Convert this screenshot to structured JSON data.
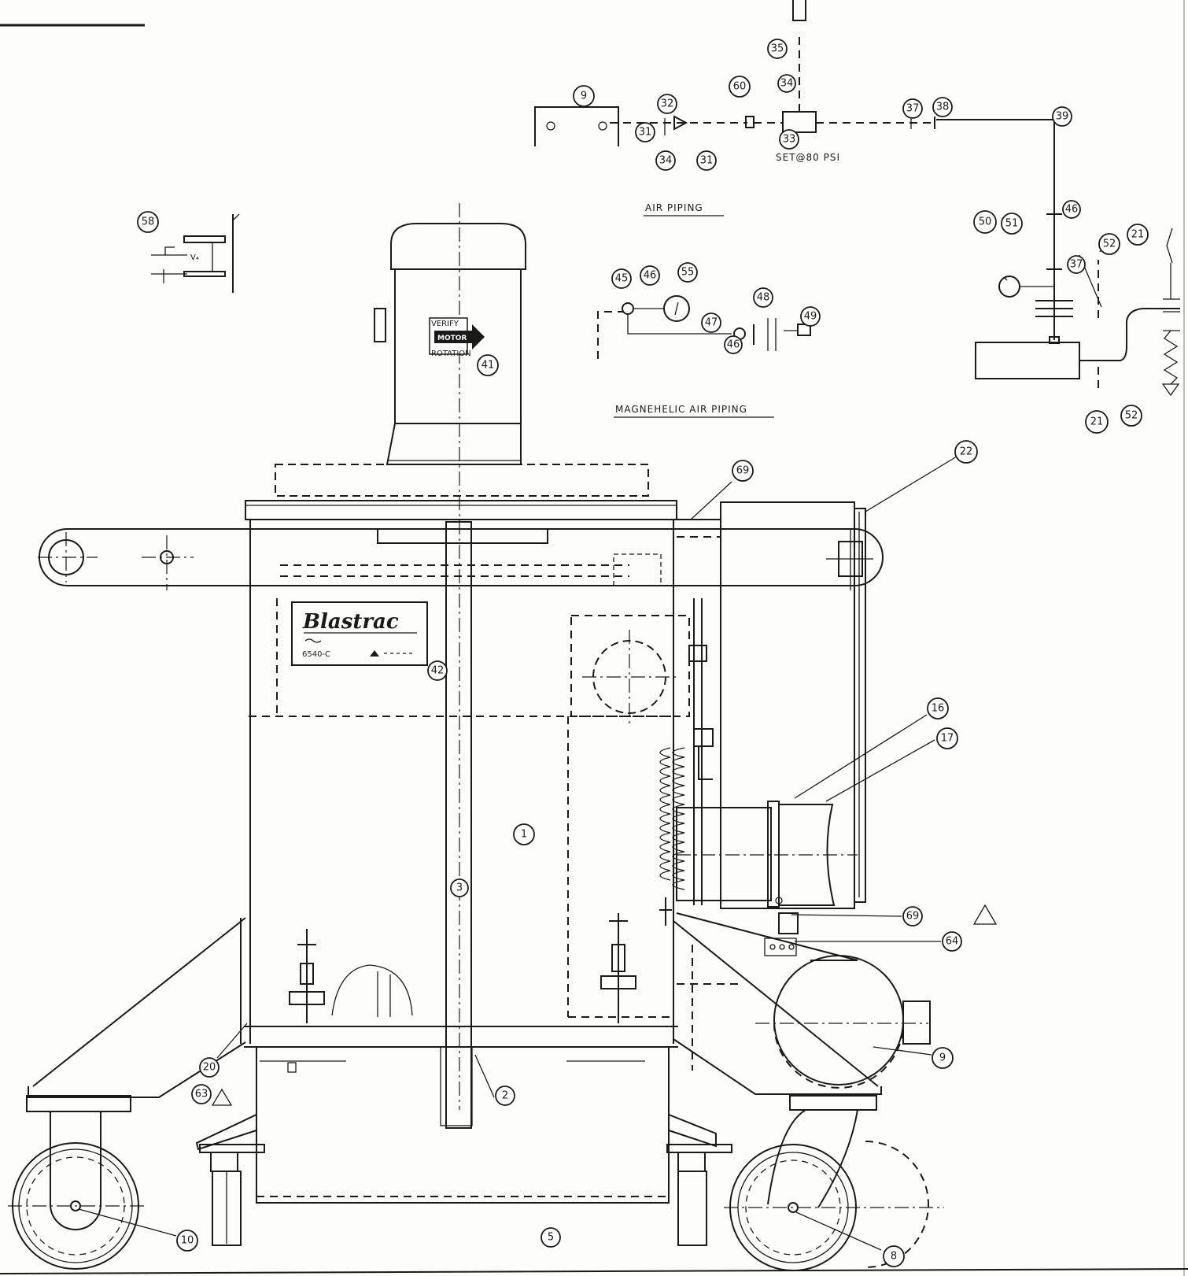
{
  "titles": {
    "air_piping": "AIR PIPING",
    "magnehelic_air_piping": "MAGNEHELIC AIR PIPING",
    "set_pressure": "SET@80 PSI"
  },
  "labels": {
    "brand": "Blastrac",
    "model_plate": "6540-C",
    "motor_decal_line1": "VERIFY",
    "motor_decal_line2": "MOTOR",
    "motor_decal_line3": "ROTATION"
  },
  "callouts": [
    {
      "id": "c9a",
      "text": "9"
    },
    {
      "id": "c32",
      "text": "32"
    },
    {
      "id": "c31a",
      "text": "31"
    },
    {
      "id": "c34b",
      "text": "34"
    },
    {
      "id": "c31b",
      "text": "31"
    },
    {
      "id": "c60",
      "text": "60"
    },
    {
      "id": "c35",
      "text": "35"
    },
    {
      "id": "c34",
      "text": "34"
    },
    {
      "id": "c33",
      "text": "33"
    },
    {
      "id": "c37a",
      "text": "37"
    },
    {
      "id": "c38",
      "text": "38"
    },
    {
      "id": "c39",
      "text": "39"
    },
    {
      "id": "c46a",
      "text": "46"
    },
    {
      "id": "c50",
      "text": "50"
    },
    {
      "id": "c51",
      "text": "51"
    },
    {
      "id": "c37b",
      "text": "37"
    },
    {
      "id": "c52a",
      "text": "52"
    },
    {
      "id": "c21a",
      "text": "21"
    },
    {
      "id": "c21b",
      "text": "21"
    },
    {
      "id": "c52b",
      "text": "52"
    },
    {
      "id": "c58",
      "text": "58"
    },
    {
      "id": "c45",
      "text": "45"
    },
    {
      "id": "c46b",
      "text": "46"
    },
    {
      "id": "c55",
      "text": "55"
    },
    {
      "id": "c48",
      "text": "48"
    },
    {
      "id": "c49",
      "text": "49"
    },
    {
      "id": "c47",
      "text": "47"
    },
    {
      "id": "c46c",
      "text": "46"
    },
    {
      "id": "c41",
      "text": "41"
    },
    {
      "id": "c69a",
      "text": "69"
    },
    {
      "id": "c22",
      "text": "22"
    },
    {
      "id": "c42",
      "text": "42"
    },
    {
      "id": "c16",
      "text": "16"
    },
    {
      "id": "c17",
      "text": "17"
    },
    {
      "id": "c1",
      "text": "1"
    },
    {
      "id": "c3",
      "text": "3"
    },
    {
      "id": "c69b",
      "text": "69"
    },
    {
      "id": "c64",
      "text": "64"
    },
    {
      "id": "c20",
      "text": "20"
    },
    {
      "id": "c63",
      "text": "63"
    },
    {
      "id": "c2",
      "text": "2"
    },
    {
      "id": "c9b",
      "text": "9"
    },
    {
      "id": "c10",
      "text": "10"
    },
    {
      "id": "c5",
      "text": "5"
    },
    {
      "id": "c8",
      "text": "8"
    }
  ]
}
